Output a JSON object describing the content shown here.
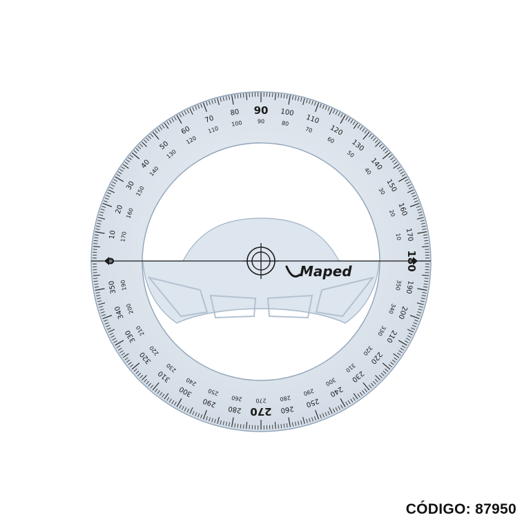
{
  "product": {
    "brand": "Maped",
    "code_label": "CÓDIGO: 87950"
  },
  "colors": {
    "background": "#ffffff",
    "plastic": "#dfe6ee",
    "plastic_edge": "#8fa4b8",
    "ink": "#1a1a1a",
    "code_text": "#111111"
  },
  "icons": {
    "crosshair": "crosshair-icon",
    "zero_arrow": "triangle-pointer-icon"
  },
  "scale": {
    "outer_labels": [
      "0",
      "10",
      "20",
      "30",
      "40",
      "50",
      "60",
      "70",
      "80",
      "90",
      "100",
      "110",
      "120",
      "130",
      "140",
      "150",
      "160",
      "170",
      "180",
      "190",
      "200",
      "210",
      "220",
      "230",
      "240",
      "250",
      "260",
      "270",
      "280",
      "290",
      "300",
      "310",
      "320",
      "330",
      "340",
      "350"
    ],
    "inner_upper_labels": [
      "10",
      "20",
      "30",
      "40",
      "50",
      "60",
      "70",
      "80",
      "90",
      "100",
      "110",
      "120",
      "130",
      "140",
      "150",
      "160",
      "170"
    ],
    "inner_lower_labels": [
      "190",
      "200",
      "210",
      "220",
      "230",
      "240",
      "250",
      "260",
      "270",
      "280",
      "290",
      "300",
      "310",
      "320",
      "330",
      "340",
      "350"
    ],
    "major_labels": [
      "0",
      "90",
      "180",
      "270"
    ]
  }
}
